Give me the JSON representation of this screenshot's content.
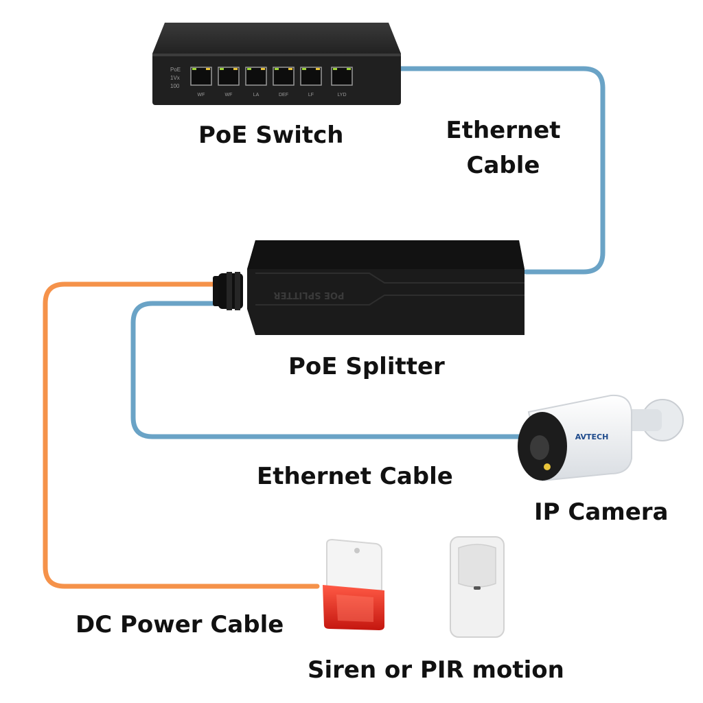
{
  "labels": {
    "poe_switch": "PoE Switch",
    "ethernet_cable_top_line1": "Ethernet",
    "ethernet_cable_top_line2": "Cable",
    "poe_splitter": "PoE Splitter",
    "ethernet_cable_bottom": "Ethernet Cable",
    "ip_camera": "IP Camera",
    "dc_power_cable": "DC Power Cable",
    "siren_or_pir": "Siren or PIR motion"
  },
  "device_text": {
    "splitter_embossed": "POE SPLITTER",
    "camera_brand": "AVTECH",
    "switch_panel_line1": "PoE",
    "switch_panel_line2": "1Vx",
    "switch_panel_line3": "100",
    "switch_port_labels": [
      "WF",
      "WF",
      "LA",
      "DEF",
      "LF",
      "LYD"
    ]
  },
  "colors": {
    "ethernet_cable": "#6aa3c6",
    "dc_power_cable": "#f5924a",
    "device_body": "#1b1b1b",
    "siren_lens": "#e8332a"
  },
  "icons": [
    "poe-switch-image",
    "poe-splitter-image",
    "ip-camera-image",
    "siren-image",
    "pir-motion-sensor-image"
  ]
}
